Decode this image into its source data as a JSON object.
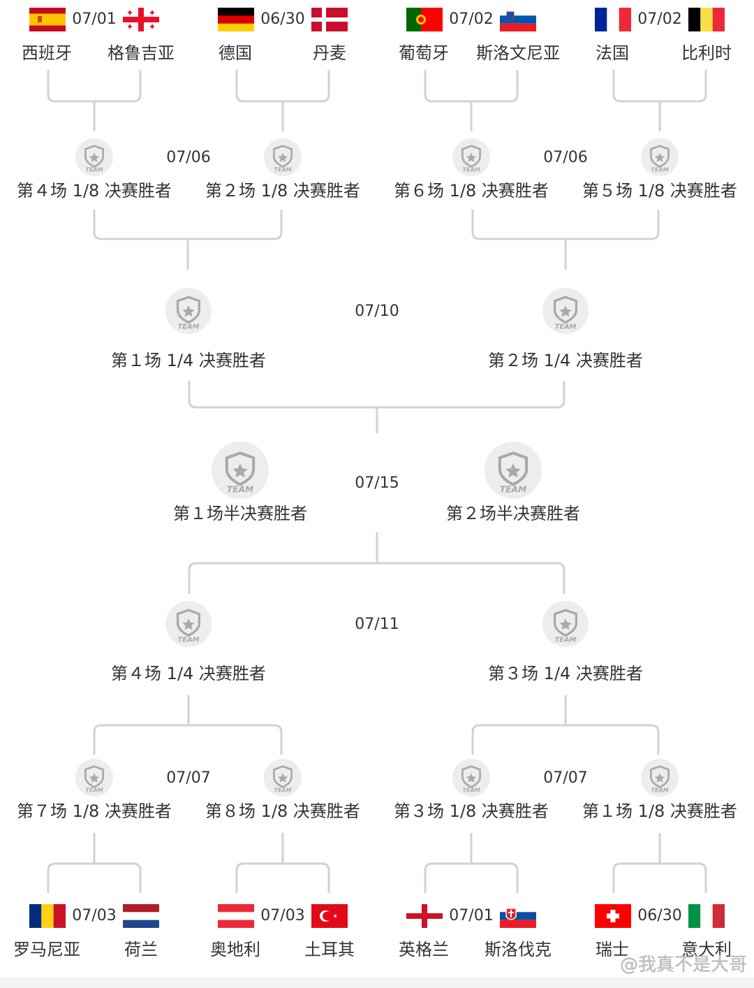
{
  "colors": {
    "line": "#d2d2d2",
    "badge_bg": "#ededed",
    "badge_fg": "#a9a9a9",
    "text": "#333333"
  },
  "badge_text": "TEAM",
  "r16_top": [
    {
      "date": "07/01",
      "home": "西班牙",
      "away": "格鲁吉亚",
      "home_flag": "spain-flag",
      "away_flag": "georgia-flag"
    },
    {
      "date": "06/30",
      "home": "德国",
      "away": "丹麦",
      "home_flag": "germany-flag",
      "away_flag": "denmark-flag"
    },
    {
      "date": "07/02",
      "home": "葡萄牙",
      "away": "斯洛文尼亚",
      "home_flag": "portugal-flag",
      "away_flag": "slovenia-flag"
    },
    {
      "date": "07/02",
      "home": "法国",
      "away": "比利时",
      "home_flag": "france-flag",
      "away_flag": "belgium-flag"
    }
  ],
  "qf_top": [
    {
      "date": "07/06",
      "left": "第４场 1/8 决赛胜者",
      "right": "第２场 1/8 决赛胜者"
    },
    {
      "date": "07/06",
      "left": "第６场 1/8 决赛胜者",
      "right": "第５场 1/8 决赛胜者"
    }
  ],
  "sf_top": {
    "date": "07/10",
    "left": "第１场 1/4 决赛胜者",
    "right": "第２场 1/4 决赛胜者"
  },
  "final": {
    "date": "07/15",
    "left": "第１场半决赛胜者",
    "right": "第２场半决赛胜者"
  },
  "sf_bottom": {
    "date": "07/11",
    "left": "第４场 1/4 决赛胜者",
    "right": "第３场 1/4 决赛胜者"
  },
  "qf_bottom": [
    {
      "date": "07/07",
      "left": "第７场 1/8 决赛胜者",
      "right": "第８场 1/8 决赛胜者"
    },
    {
      "date": "07/07",
      "left": "第３场 1/8 决赛胜者",
      "right": "第１场 1/8 决赛胜者"
    }
  ],
  "r16_bottom": [
    {
      "date": "07/03",
      "home": "罗马尼亚",
      "away": "荷兰",
      "home_flag": "romania-flag",
      "away_flag": "netherlands-flag"
    },
    {
      "date": "07/03",
      "home": "奥地利",
      "away": "土耳其",
      "home_flag": "austria-flag",
      "away_flag": "turkey-flag"
    },
    {
      "date": "07/01",
      "home": "英格兰",
      "away": "斯洛伐克",
      "home_flag": "england-flag",
      "away_flag": "slovakia-flag"
    },
    {
      "date": "06/30",
      "home": "瑞士",
      "away": "意大利",
      "home_flag": "switzerland-flag",
      "away_flag": "italy-flag"
    }
  ],
  "watermark": "@我真不是大哥"
}
